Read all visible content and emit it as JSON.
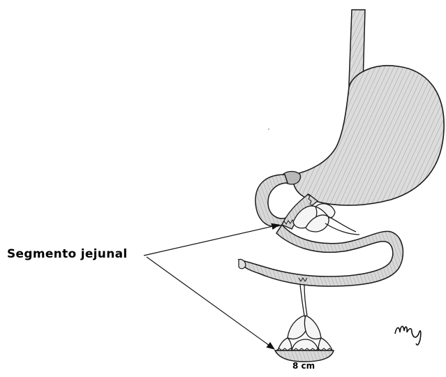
{
  "labels": {
    "segment": "Segmento jejunal",
    "size": "8 cm"
  },
  "artist_signature": "Mhy",
  "colors": {
    "line": "#1a1a1a",
    "organ_fill": "#d6d6d6",
    "organ_dark": "#a9a9a9",
    "background": "#ffffff"
  }
}
